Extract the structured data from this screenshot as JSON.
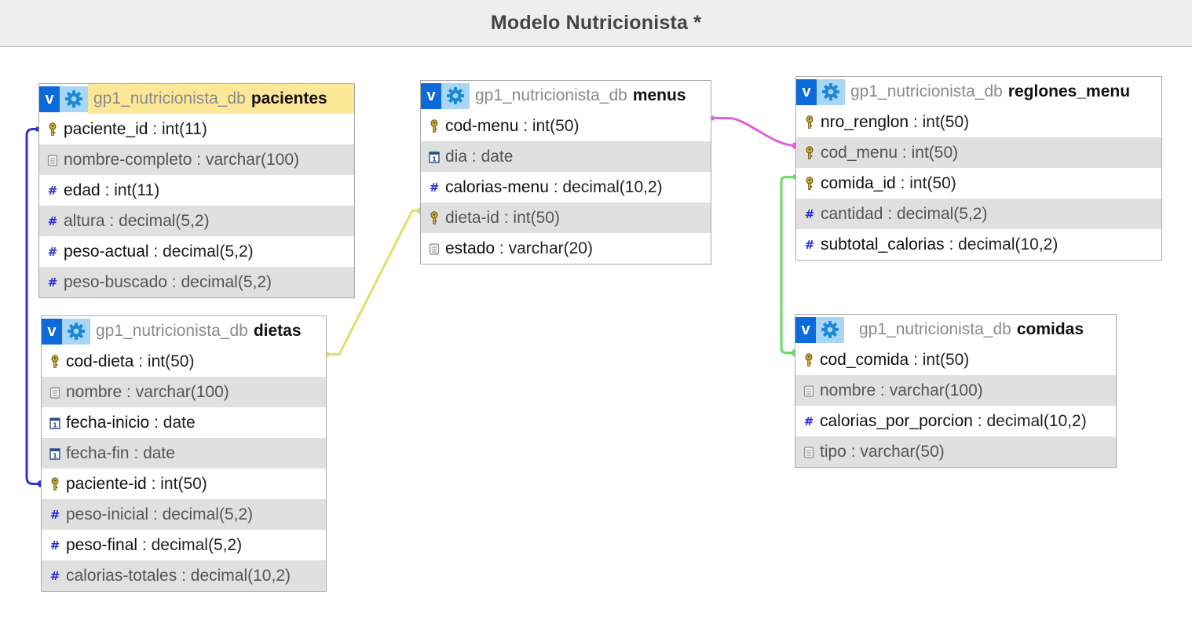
{
  "page": {
    "title": "Modelo Nutricionista *"
  },
  "colors": {
    "toggle": "#0c6ad9",
    "gear_bg": "#a7d6f6",
    "selected_header": "#fde898",
    "alt_row": "#e0e0e0",
    "rel_pacientes_dietas": "#3333cc",
    "rel_dietas_menus": "#e0df6a",
    "rel_menus_reglones": "#e060e0",
    "rel_reglones_comidas": "#66dd66"
  },
  "tables": {
    "pacientes": {
      "db": "gp1_nutricionista_db",
      "name": "pacientes",
      "toggle": "v",
      "fields": [
        {
          "name": "paciente_id",
          "sep": ":",
          "type": "int(11)",
          "icon": "key-icon"
        },
        {
          "name": "nombre-completo",
          "sep": ":",
          "type": "varchar(100)",
          "icon": "text-field-icon"
        },
        {
          "name": "edad",
          "sep": ":",
          "type": "int(11)",
          "icon": "number-icon"
        },
        {
          "name": "altura",
          "sep": ":",
          "type": "decimal(5,2)",
          "icon": "number-icon"
        },
        {
          "name": "peso-actual",
          "sep": ":",
          "type": "decimal(5,2)",
          "icon": "number-icon"
        },
        {
          "name": "peso-buscado",
          "sep": ":",
          "type": "decimal(5,2)",
          "icon": "number-icon"
        }
      ]
    },
    "dietas": {
      "db": "gp1_nutricionista_db",
      "name": "dietas",
      "toggle": "v",
      "fields": [
        {
          "name": "cod-dieta",
          "sep": ":",
          "type": "int(50)",
          "icon": "key-icon"
        },
        {
          "name": "nombre",
          "sep": ":",
          "type": "varchar(100)",
          "icon": "text-field-icon"
        },
        {
          "name": "fecha-inicio",
          "sep": ":",
          "type": "date",
          "icon": "date-icon"
        },
        {
          "name": "fecha-fin",
          "sep": ":",
          "type": "date",
          "icon": "date-icon"
        },
        {
          "name": "paciente-id",
          "sep": ":",
          "type": "int(50)",
          "icon": "key-icon"
        },
        {
          "name": "peso-inicial",
          "sep": ":",
          "type": "decimal(5,2)",
          "icon": "number-icon"
        },
        {
          "name": "peso-final",
          "sep": ":",
          "type": "decimal(5,2)",
          "icon": "number-icon"
        },
        {
          "name": "calorias-totales",
          "sep": ":",
          "type": "decimal(10,2)",
          "icon": "number-icon"
        }
      ]
    },
    "menus": {
      "db": "gp1_nutricionista_db",
      "name": "menus",
      "toggle": "v",
      "fields": [
        {
          "name": "cod-menu",
          "sep": ":",
          "type": "int(50)",
          "icon": "key-icon"
        },
        {
          "name": "dia",
          "sep": ":",
          "type": "date",
          "icon": "date-icon"
        },
        {
          "name": "calorias-menu",
          "sep": ":",
          "type": "decimal(10,2)",
          "icon": "number-icon"
        },
        {
          "name": "dieta-id",
          "sep": ":",
          "type": "int(50)",
          "icon": "key-icon"
        },
        {
          "name": "estado",
          "sep": ":",
          "type": "varchar(20)",
          "icon": "text-field-icon"
        }
      ]
    },
    "reglones_menu": {
      "db": "gp1_nutricionista_db",
      "name": "reglones_menu",
      "toggle": "v",
      "fields": [
        {
          "name": "nro_renglon",
          "sep": ":",
          "type": "int(50)",
          "icon": "key-icon"
        },
        {
          "name": "cod_menu",
          "sep": ":",
          "type": "int(50)",
          "icon": "key-icon"
        },
        {
          "name": "comida_id",
          "sep": ":",
          "type": "int(50)",
          "icon": "key-icon"
        },
        {
          "name": "cantidad",
          "sep": ":",
          "type": "decimal(5,2)",
          "icon": "number-icon"
        },
        {
          "name": "subtotal_calorias",
          "sep": ":",
          "type": "decimal(10,2)",
          "icon": "number-icon"
        }
      ]
    },
    "comidas": {
      "db": "gp1_nutricionista_db",
      "name": "comidas",
      "toggle": "v",
      "fields": [
        {
          "name": "cod_comida",
          "sep": ":",
          "type": "int(50)",
          "icon": "key-icon"
        },
        {
          "name": "nombre",
          "sep": ":",
          "type": "varchar(100)",
          "icon": "text-field-icon"
        },
        {
          "name": "calorias_por_porcion",
          "sep": ":",
          "type": "decimal(10,2)",
          "icon": "number-icon"
        },
        {
          "name": "tipo",
          "sep": ":",
          "type": "varchar(50)",
          "icon": "text-field-icon"
        }
      ]
    }
  },
  "relations": [
    {
      "from": "dietas.paciente-id",
      "to": "pacientes.paciente_id",
      "color": "#3333cc"
    },
    {
      "from": "menus.dieta-id",
      "to": "dietas.cod-dieta",
      "color": "#e0df6a"
    },
    {
      "from": "reglones_menu.cod_menu",
      "to": "menus.cod-menu",
      "color": "#e060e0"
    },
    {
      "from": "reglones_menu.comida_id",
      "to": "comidas.cod_comida",
      "color": "#66dd66"
    }
  ]
}
